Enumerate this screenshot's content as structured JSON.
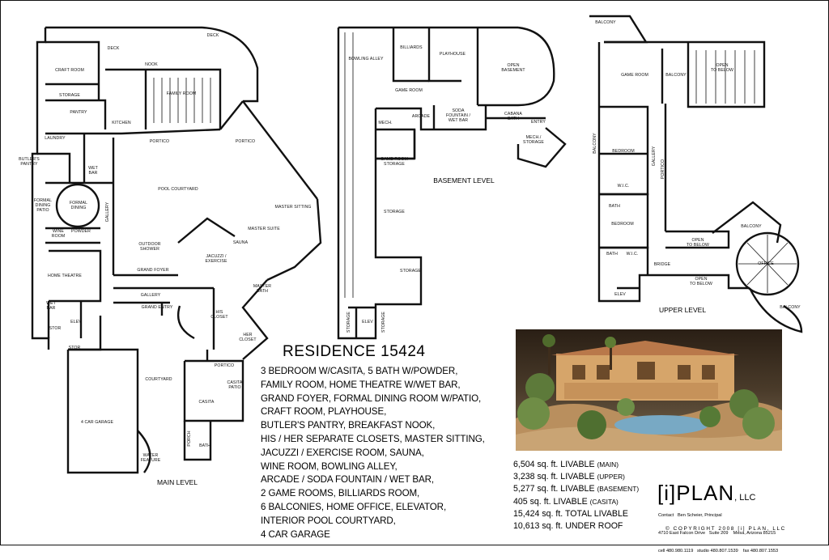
{
  "title": "RESIDENCE 15424",
  "features": [
    "3 BEDROOM W/CASITA, 5 BATH W/POWDER,",
    "FAMILY ROOM, HOME THEATRE W/WET BAR,",
    "GRAND FOYER, FORMAL DINING ROOM W/PATIO,",
    "CRAFT ROOM, PLAYHOUSE,",
    "BUTLER'S PANTRY, BREAKFAST NOOK,",
    "HIS / HER SEPARATE CLOSETS, MASTER SITTING,",
    "JACUZZI / EXERCISE ROOM, SAUNA,",
    "WINE ROOM, BOWLING ALLEY,",
    "ARCADE / SODA FOUNTAIN / WET BAR,",
    "2 GAME ROOMS, BILLIARDS ROOM,",
    "6 BALCONIES, HOME OFFICE, ELEVATOR,",
    "INTERIOR POOL COURTYARD,",
    "4 CAR GARAGE"
  ],
  "stats": [
    {
      "value": "6,504 sq. ft. LIVABLE",
      "note": "(MAIN)"
    },
    {
      "value": "3,238 sq. ft. LIVABLE",
      "note": "(UPPER)"
    },
    {
      "value": "5,277 sq. ft. LIVABLE",
      "note": "(BASEMENT)"
    },
    {
      "value": "405 sq. ft. LIVABLE",
      "note": "(CASITA)"
    },
    {
      "value": "15,424 sq. ft. TOTAL LIVABLE",
      "note": ""
    },
    {
      "value": "10,613 sq. ft. UNDER ROOF",
      "note": ""
    }
  ],
  "logo": {
    "text": "[i]PLAN",
    "suffix": ", LLC"
  },
  "contact": [
    "Contact   Ben Scheier, Principal",
    "4710 East Falcon Drive   Suite 209    Mesa, Arizona 85215",
    "cell 480.980.1119   studio 480.807.1539    fax 480.807.1553"
  ],
  "copyright": "© COPYRIGHT 2008 [i] PLAN, LLC",
  "levels": {
    "main": "MAIN LEVEL",
    "basement": "BASEMENT LEVEL",
    "upper": "UPPER LEVEL"
  },
  "main_rooms": {
    "deck1": "DECK",
    "deck2": "DECK",
    "craft": "CRAFT ROOM",
    "nook": "NOOK",
    "storage": "STORAGE",
    "pantry": "PANTRY",
    "family": "FAMILY ROOM",
    "kitchen": "KITCHEN",
    "laundry": "LAUNDRY",
    "wetbar": "WET\nBAR",
    "butler": "BUTLER'S\nPANTRY",
    "portico1": "PORTICO",
    "portico2": "PORTICO",
    "formal_patio": "FORMAL\nDINING\nPATIO",
    "formal_dining": "FORMAL\nDINING",
    "gallery1": "GALLERY",
    "pool": "POOL COURTYARD",
    "master_sitting": "MASTER SITTING",
    "wine": "WINE\nROOM",
    "powder": "POWDER",
    "master_suite": "MASTER SUITE",
    "sauna": "SAUNA",
    "outdoor_shower": "OUTDOOR\nSHOWER",
    "jacuzzi": "JACUZZI /\nEXERCISE",
    "theatre": "HOME THEATRE",
    "grand_foyer": "GRAND FOYER",
    "master_bath": "MASTER\nBATH",
    "gallery2": "GALLERY",
    "grand_entry": "GRAND ENTRY",
    "his_closet": "HIS\nCLOSET",
    "her_closet": "HER\nCLOSET",
    "wetbar2": "WET\nBAR",
    "elev": "ELEV",
    "stor1": "STOR",
    "stor2": "STOR",
    "portico3": "PORTICO",
    "courtyard": "COURTYARD",
    "casita_patio": "CASITA\nPATIO",
    "casita": "CASITA",
    "garage": "4 CAR GARAGE",
    "water": "WATER\nFEATURE",
    "porch": "PORCH",
    "bath": "BATH"
  },
  "basement_rooms": {
    "bowling": "BOWLING ALLEY",
    "billiards": "BILLIARDS",
    "playhouse": "PLAYHOUSE",
    "open_basement": "OPEN\nBASEMENT",
    "game_room": "GAME ROOM",
    "arcade": "ARCADE",
    "soda": "SODA\nFOUNTAIN /\nWET BAR",
    "cabana": "CABANA\nBATH",
    "entry": "ENTRY",
    "mech1": "MECH.",
    "mech2": "MECH./\nSTORAGE",
    "game_storage": "GAME ROOM\nSTORAGE",
    "storage1": "STORAGE",
    "storage2": "STORAGE",
    "storage3": "STORAGE",
    "elev": "ELEV",
    "storage4": "STORAGE"
  },
  "upper_rooms": {
    "balcony1": "BALCONY",
    "game": "GAME ROOM",
    "balcony2": "BALCONY",
    "open_below1": "OPEN\nTO BELOW",
    "balcony3": "BALCONY",
    "bedroom1": "BEDROOM",
    "gallery": "GALLERY",
    "portico": "PORTICO",
    "wic1": "W.I.C.",
    "bath1": "BATH",
    "bedroom2": "BEDROOM",
    "balcony4": "BALCONY",
    "open_below2": "OPEN\nTO BELOW",
    "office": "OFFICE",
    "wic2": "W.I.C.",
    "bath2": "BATH",
    "bridge": "BRIDGE",
    "open_below3": "OPEN\nTO BELOW",
    "elev": "ELEV",
    "balcony5": "BALCONY"
  }
}
